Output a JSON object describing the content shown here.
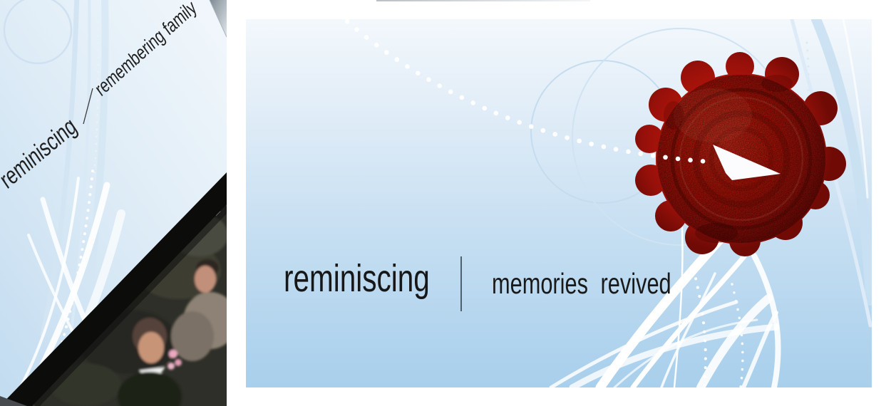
{
  "page": {
    "background": "#ffffff"
  },
  "left_panel": {
    "brand": "reminiscing",
    "tagline": "remembering family"
  },
  "right_panel": {
    "brand": "reminiscing",
    "tagline": "memories revived"
  },
  "colors": {
    "card_gradient_top": "#f3f8fc",
    "card_gradient_bottom": "#a8cfec",
    "left_gradient_top": "#f0f6fb",
    "left_gradient_bottom": "#c2dcf0",
    "seal_red": "#b51508",
    "seal_dark": "#6f0a05",
    "text": "#171717",
    "flourish_white": "#ffffff",
    "flourish_blue": "#c5dcef",
    "film_black": "#0c0c0a"
  },
  "icons": [
    "wax-seal-icon",
    "arrow-cursor-icon",
    "dotted-trail-icon",
    "flourish-swirl-icon",
    "circle-ornament-icon",
    "vintage-film-photo"
  ]
}
